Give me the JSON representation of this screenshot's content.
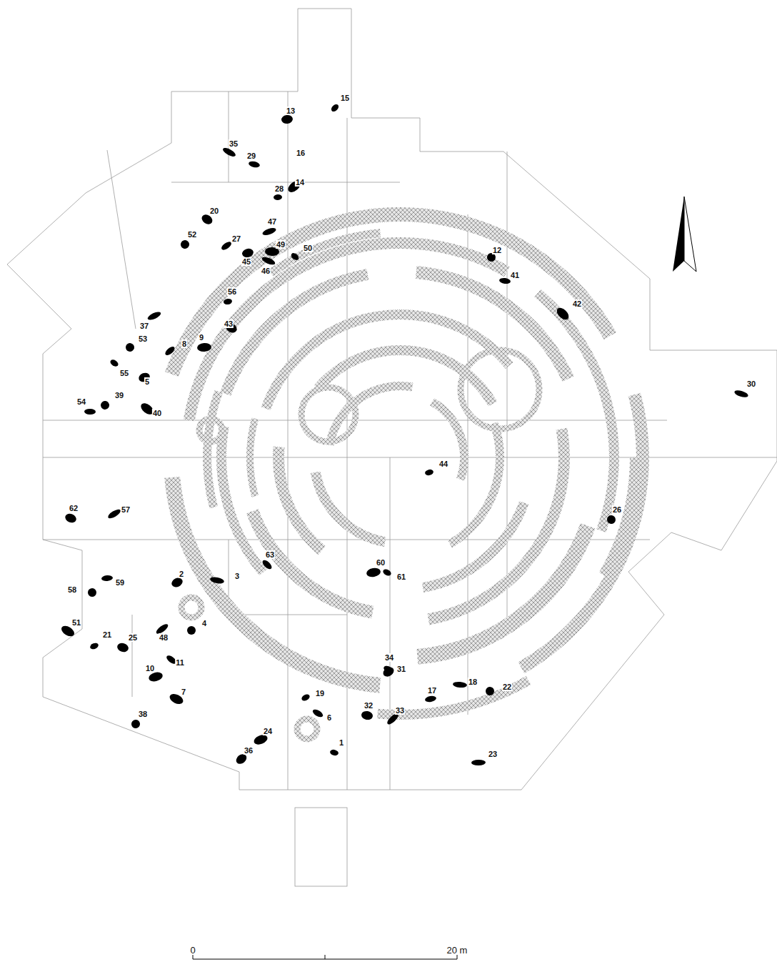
{
  "diagram": {
    "labels": [
      "15",
      "13",
      "35",
      "16",
      "29",
      "14",
      "28",
      "20",
      "47",
      "52",
      "27",
      "49",
      "50",
      "45",
      "46",
      "12",
      "41",
      "42",
      "56",
      "43",
      "37",
      "53",
      "8",
      "9",
      "55",
      "5",
      "30",
      "39",
      "54",
      "40",
      "44",
      "62",
      "57",
      "26",
      "63",
      "60",
      "61",
      "2",
      "3",
      "58",
      "59",
      "51",
      "21",
      "25",
      "48",
      "4",
      "11",
      "10",
      "34",
      "31",
      "18",
      "22",
      "17",
      "7",
      "19",
      "32",
      "33",
      "38",
      "6",
      "24",
      "1",
      "36",
      "23",
      "0",
      "20 m"
    ]
  }
}
